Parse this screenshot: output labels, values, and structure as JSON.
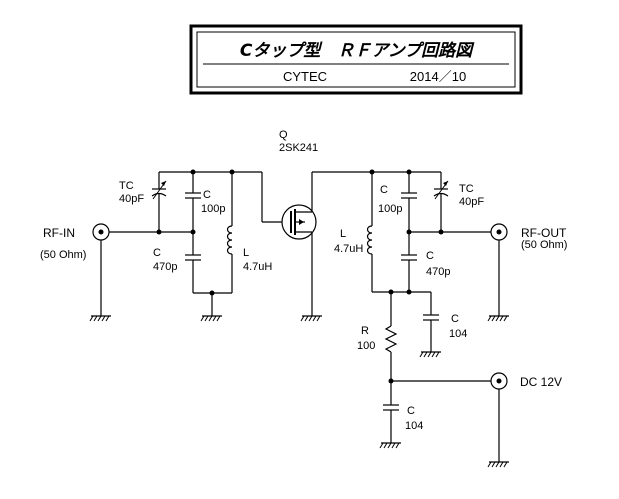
{
  "title_box": {
    "title": "Cタップ型　ＲＦアンプ回路図",
    "company": "CYTEC",
    "date": "2014／10"
  },
  "transistor": {
    "ref": "Q",
    "part": "2SK241"
  },
  "input": {
    "label": "RF-IN",
    "impedance": "(50 Ohm)"
  },
  "output": {
    "label": "RF-OUT",
    "impedance": "(50 Ohm)"
  },
  "power": {
    "label": "DC 12V"
  },
  "components": {
    "tc_in": {
      "ref": "TC",
      "value": "40pF"
    },
    "c_in_top": {
      "ref": "C",
      "value": "100p"
    },
    "c_in_bottom": {
      "ref": "C",
      "value": "470p"
    },
    "l_in": {
      "ref": "L",
      "value": "4.7uH"
    },
    "c_out_top": {
      "ref": "C",
      "value": "100p"
    },
    "l_out": {
      "ref": "L",
      "value": "4.7uH"
    },
    "tc_out": {
      "ref": "TC",
      "value": "40pF"
    },
    "c_out_bottom": {
      "ref": "C",
      "value": "470p"
    },
    "c_bypass_1": {
      "ref": "C",
      "value": "104"
    },
    "r_feed": {
      "ref": "R",
      "value": "100"
    },
    "c_bypass_2": {
      "ref": "C",
      "value": "104"
    }
  }
}
